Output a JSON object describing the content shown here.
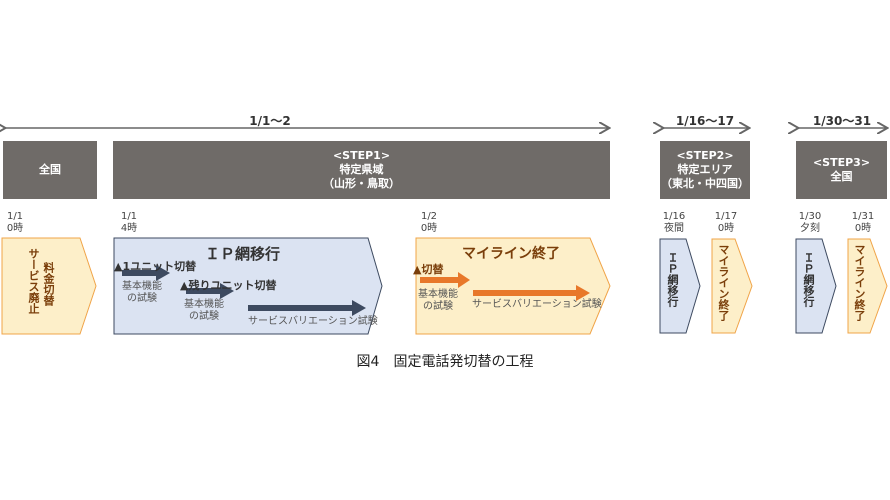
{
  "spans": [
    {
      "label": "1/1～2"
    },
    {
      "label": "1/16～17"
    },
    {
      "label": "1/30～31"
    }
  ],
  "bars": [
    {
      "lines": [
        "全国"
      ]
    },
    {
      "lines": [
        "<STEP1>",
        "特定県域",
        "（山形・鳥取）"
      ]
    },
    {
      "lines": [
        "<STEP2>",
        "特定エリア",
        "（東北・中四国）"
      ]
    },
    {
      "lines": [
        "<STEP3>",
        "全国"
      ]
    }
  ],
  "times": [
    {
      "date": "1/1",
      "time": "0時"
    },
    {
      "date": "1/1",
      "time": "4時"
    },
    {
      "date": "1/2",
      "time": "0時"
    },
    {
      "date": "1/16",
      "time": "夜間"
    },
    {
      "date": "1/17",
      "time": "0時"
    },
    {
      "date": "1/30",
      "time": "夕刻"
    },
    {
      "date": "1/31",
      "time": "0時"
    }
  ],
  "first_box": {
    "col1": "料金切替",
    "col2": "サービス廃止"
  },
  "ip_box": {
    "title": "ＩＰ網移行",
    "step1": "▲1ユニット切替",
    "test1": [
      "基本機能",
      "の試験"
    ],
    "step2": "▲残りユニット切替",
    "test2": [
      "基本機能",
      "の試験"
    ],
    "test3": "サービスバリエーション試験"
  },
  "myline_box": {
    "title": "マイライン終了",
    "step1": "▲切替",
    "test1": [
      "基本機能",
      "の試験"
    ],
    "test2": "サービスバリエーション試験"
  },
  "small_boxes": [
    {
      "text": "ＩＰ網移行"
    },
    {
      "text": "マイライン終了"
    },
    {
      "text": "ＩＰ網移行"
    },
    {
      "text": "マイライン終了"
    }
  ],
  "caption": "図4　固定電話発切替の工程",
  "colors": {
    "gray": "#6f6b68",
    "orange_fill": "#fdefc9",
    "orange_border": "#f0a448",
    "blue_fill": "#dbe3f2",
    "blue_border": "#3d4a60",
    "orange_arrow": "#e8782a",
    "brown_text": "#7a3e0a"
  }
}
